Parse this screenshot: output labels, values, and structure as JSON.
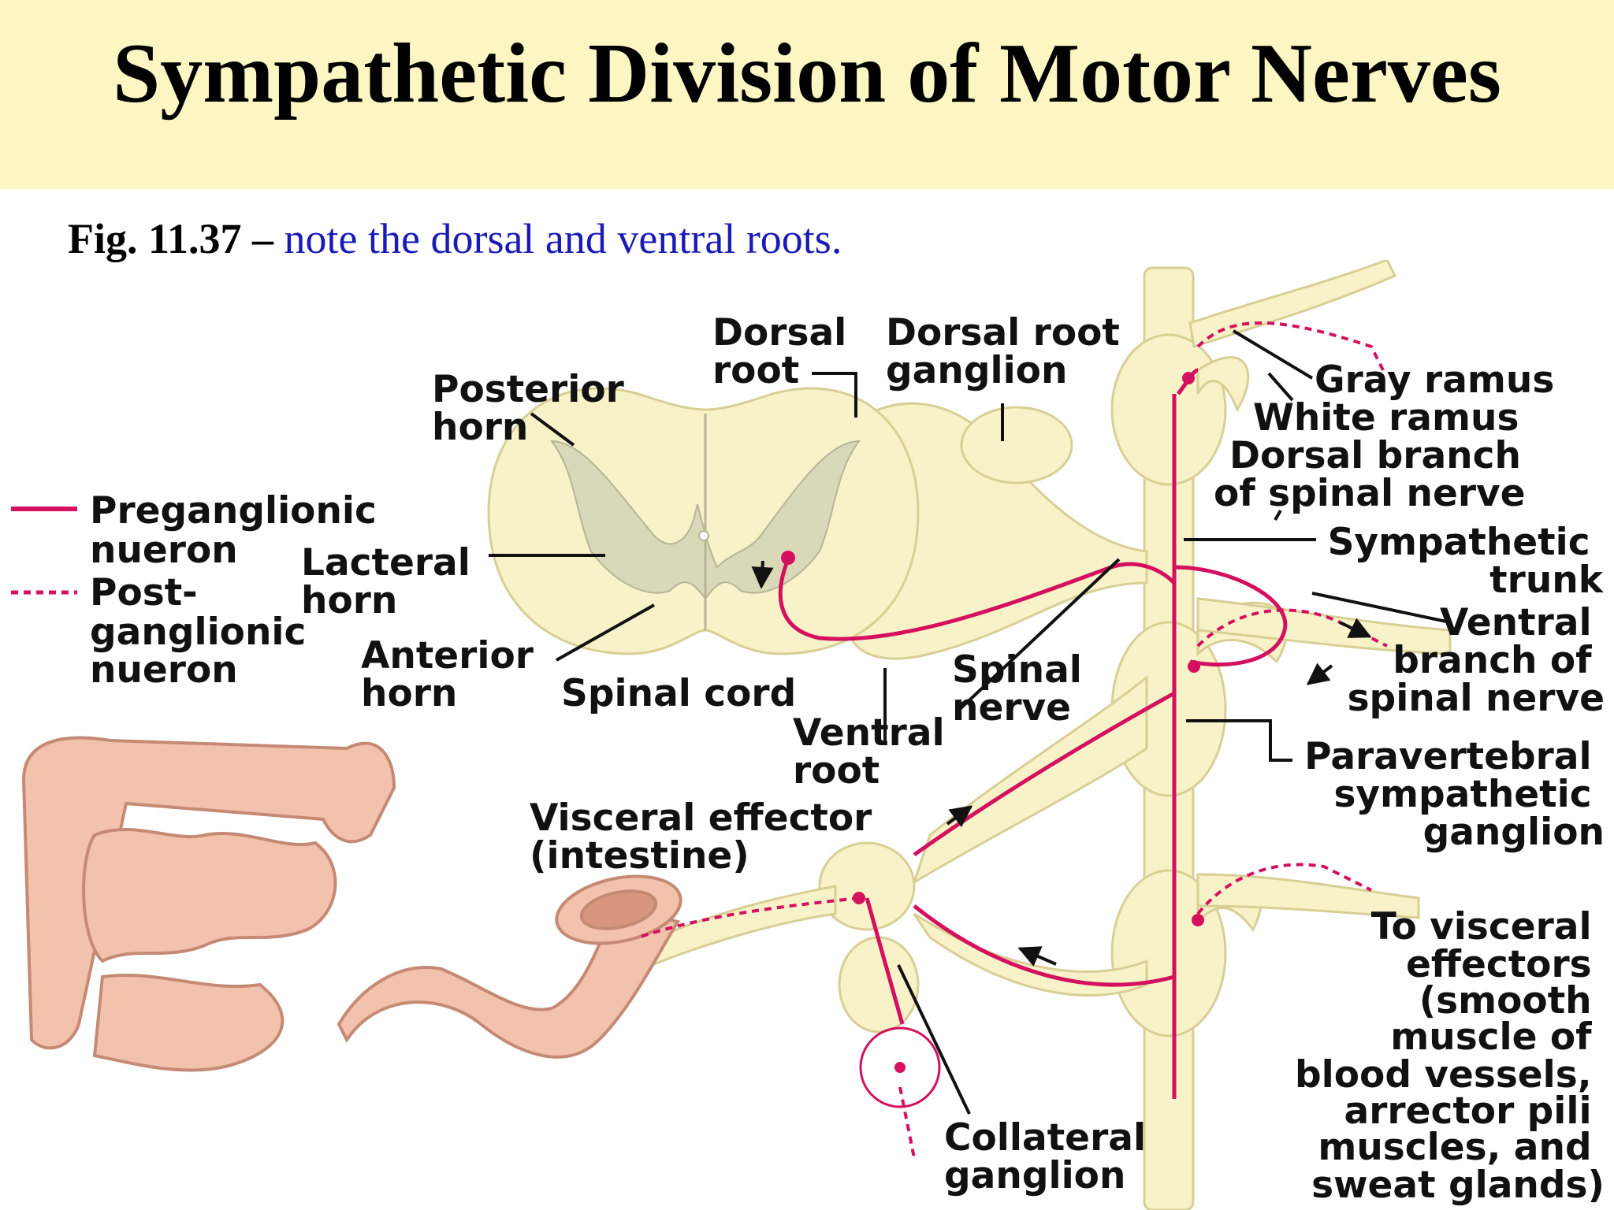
{
  "title": "Sympathetic Division of Motor Nerves",
  "subtitle": {
    "figure": "Fig. 11.37 –",
    "note": "note the dorsal and ventral roots."
  },
  "legend": [
    {
      "line": "solid",
      "text": [
        "Preganglionic",
        "nueron"
      ]
    },
    {
      "line": "dashed",
      "text": [
        "Post-",
        "ganglionic",
        "nueron"
      ]
    }
  ],
  "labels": {
    "posterior_horn": [
      "Posterior",
      "horn"
    ],
    "dorsal_root": [
      "Dorsal",
      "root"
    ],
    "dorsal_root_ganglion": [
      "Dorsal root",
      "ganglion"
    ],
    "gray_ramus": "Gray ramus",
    "white_ramus": "White ramus",
    "dorsal_branch": [
      "Dorsal branch",
      "of spinal nerve"
    ],
    "sympathetic_trunk": [
      "Sympathetic",
      "trunk"
    ],
    "lateral_horn": [
      "Lacteral",
      "horn"
    ],
    "anterior_horn": [
      "Anterior",
      "horn"
    ],
    "spinal_cord": "Spinal cord",
    "spinal_nerve": [
      "Spinal",
      "nerve"
    ],
    "ventral_root": [
      "Ventral",
      "root"
    ],
    "ventral_branch": [
      "Ventral",
      "branch of",
      "spinal nerve"
    ],
    "paravertebral_ganglion": [
      "Paravertebral",
      "sympathetic",
      "ganglion"
    ],
    "visceral_effector": [
      "Visceral effector",
      "(intestine)"
    ],
    "to_visceral_effectors": [
      "To visceral",
      "effectors",
      "(smooth",
      "muscle of",
      "blood vessels,",
      "arrector pili",
      "muscles, and",
      "sweat glands)"
    ],
    "collateral_ganglion": [
      "Collateral",
      "ganglion"
    ]
  },
  "colors": {
    "title_band": "#fbf6c2",
    "nerve_tissue": "#f7f2c8",
    "gray_matter": "#d9d8b8",
    "neuron": "#d4105f",
    "intestine": "#f2c2ac",
    "subtitle_note": "#1a1ab8"
  }
}
